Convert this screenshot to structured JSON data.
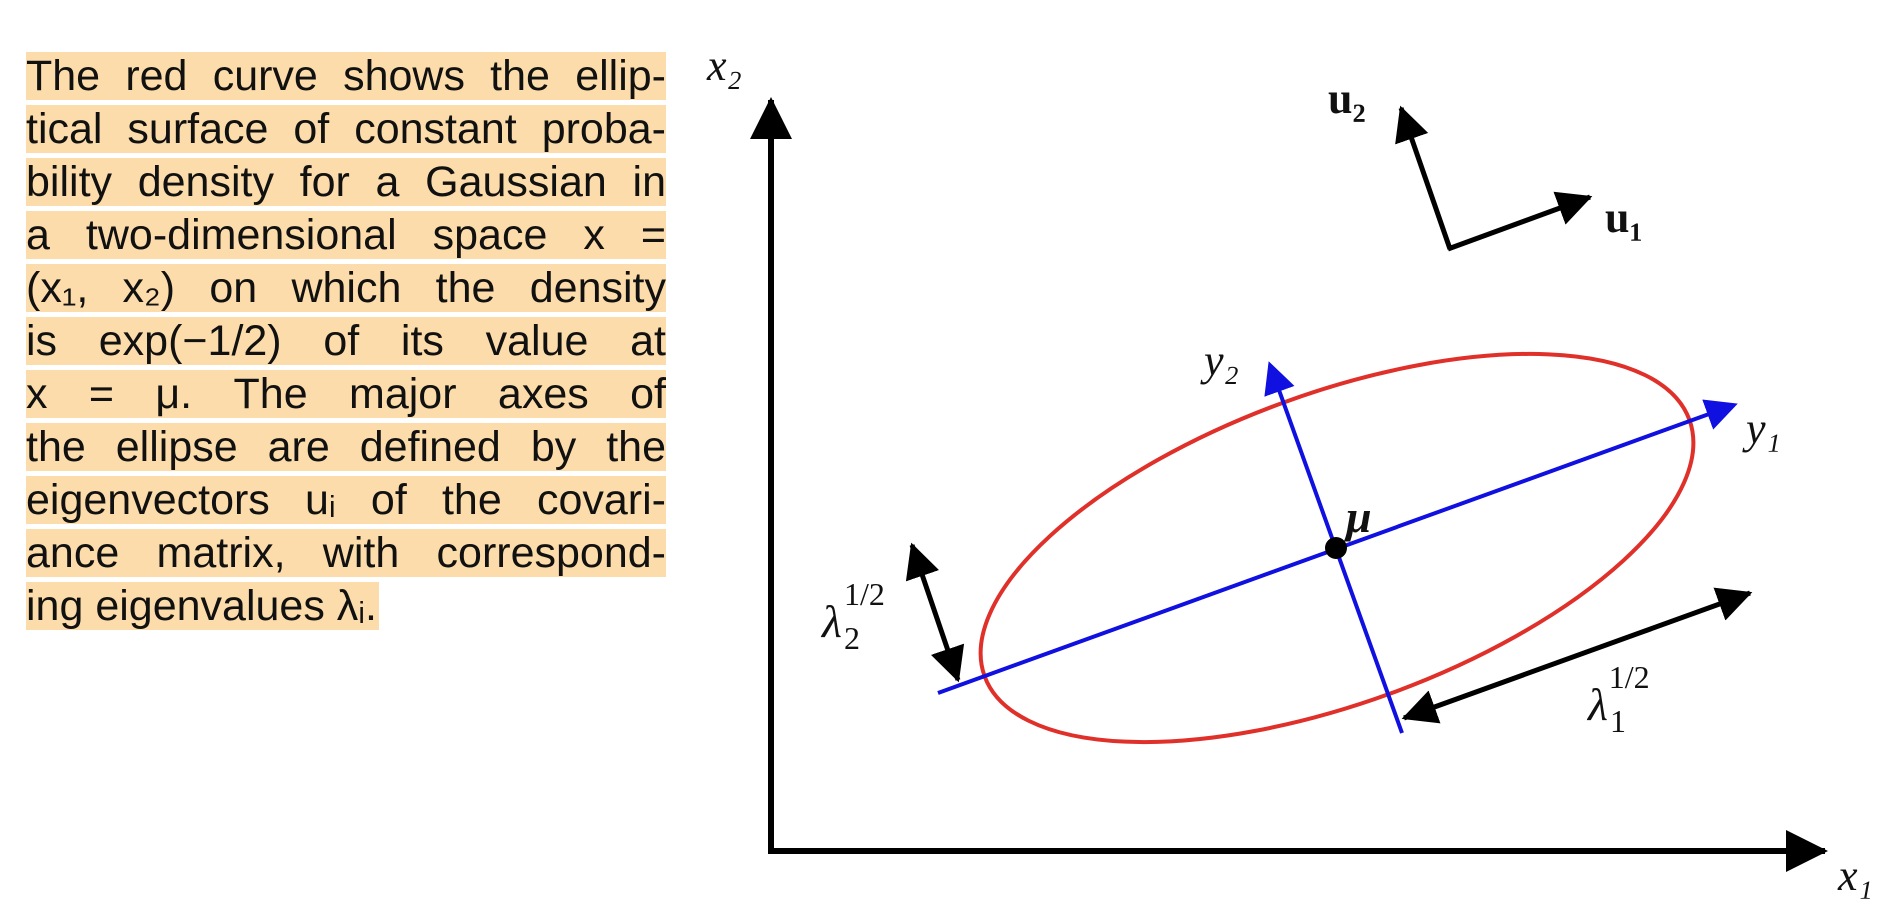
{
  "caption": {
    "lines": [
      "The red curve shows the ellip-",
      "tical surface of constant proba-",
      "bility density for a Gaussian in",
      "a two-dimensional space x =",
      "(x₁, x₂) on which the density",
      "is exp(−1/2) of its value at",
      "x = μ.  The major axes of",
      "the ellipse are defined by the",
      "eigenvectors uᵢ of the covari-",
      "ance matrix, with correspond-",
      "ing eigenvalues λᵢ."
    ]
  },
  "figure": {
    "axis_x_label": "x₁",
    "axis_y_label": "x₂",
    "u1_label": "u₁",
    "u2_label": "u₂",
    "y1_label": "y₁",
    "y2_label": "y₂",
    "mu_label": "μ",
    "lambda1_base": "λ",
    "lambda1_sub": "1",
    "lambda1_sup": "1/2",
    "lambda2_base": "λ",
    "lambda2_sub": "2",
    "lambda2_sup": "1/2",
    "colors": {
      "ellipse": "#e0302a",
      "principal_axes": "#1010e0",
      "axes": "#000000",
      "highlight": "#fcdcaa"
    }
  }
}
